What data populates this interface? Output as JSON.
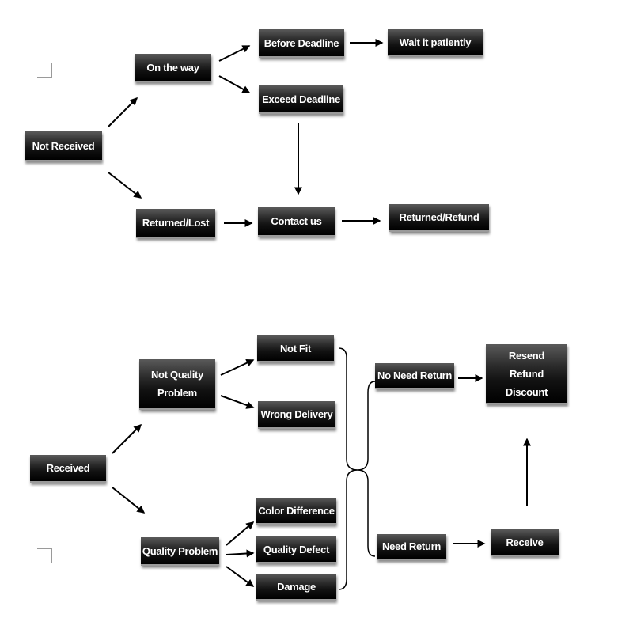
{
  "flow_not_received": {
    "root": "Not Received",
    "on_the_way": "On the way",
    "before_deadline": "Before Deadline",
    "wait_patiently": "Wait it patiently",
    "exceed_deadline": "Exceed Deadline",
    "returned_lost": "Returned/Lost",
    "contact_us": "Contact us",
    "returned_refund": "Returned/Refund"
  },
  "flow_received": {
    "root": "Received",
    "not_quality_problem": "Not Quality\nProblem",
    "not_fit": "Not Fit",
    "wrong_delivery": "Wrong Delivery",
    "quality_problem": "Quality Problem",
    "color_difference": "Color Difference",
    "quality_defect": "Quality Defect",
    "damage": "Damage",
    "no_need_return": "No Need Return",
    "need_return": "Need Return",
    "receive": "Receive",
    "resolution": "Resend\nRefund\nDiscount"
  },
  "colors": {
    "node_fill": "#111111",
    "node_text": "#ffffff",
    "arrow": "#000000",
    "brace": "#000000"
  }
}
